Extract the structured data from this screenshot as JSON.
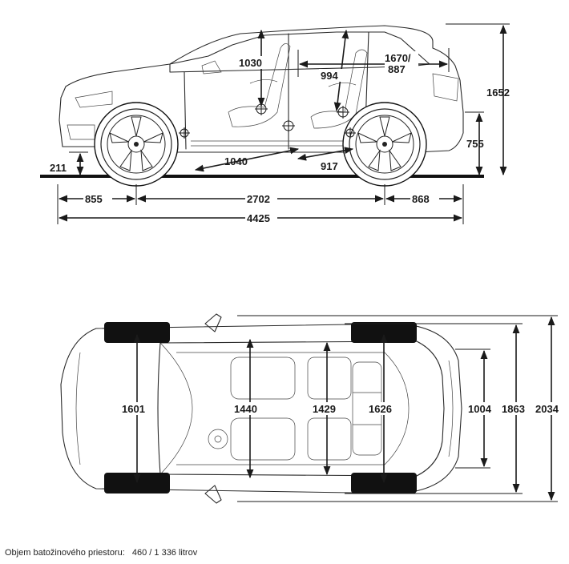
{
  "side_view": {
    "dimensions": {
      "headroom_front": "1030",
      "headroom_rear": "994",
      "cargo_top": "1670/",
      "cargo_bottom": "887",
      "height": "1652",
      "loading_height": "755",
      "ground_clearance": "211",
      "legroom_front": "1040",
      "legroom_rear": "917",
      "front_overhang": "855",
      "wheelbase": "2702",
      "rear_overhang": "868",
      "length": "4425"
    }
  },
  "top_view": {
    "dimensions": {
      "front_track": "1601",
      "shoulder_front": "1440",
      "shoulder_rear": "1429",
      "rear_track": "1626",
      "cargo_width": "1004",
      "width": "1863",
      "width_mirrors": "2034"
    }
  },
  "footer": {
    "label": "Objem batožinového priestoru:",
    "value": "460 / 1 336 litrov"
  }
}
